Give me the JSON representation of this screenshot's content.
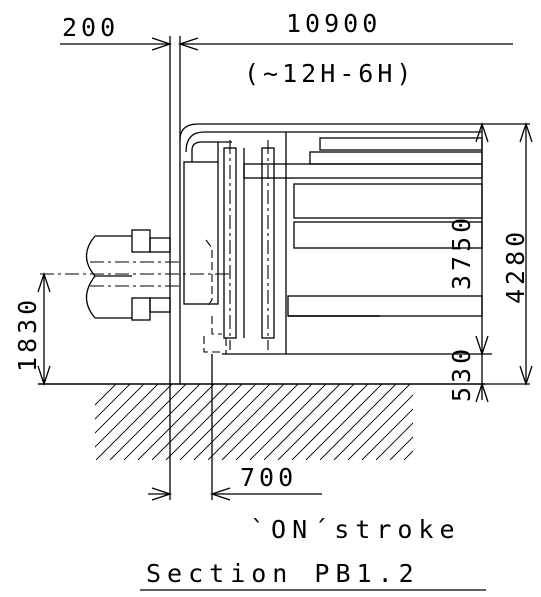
{
  "dimensions": {
    "top_offset": "200",
    "top_length": "10900",
    "top_range": "(~12H-6H)",
    "inner_height": "3750",
    "total_height": "4280",
    "base_height": "530",
    "axis_height": "1830",
    "stroke_length": "700"
  },
  "labels": {
    "on_stroke": "`ON´stroke",
    "section_title": "Section PB1.2"
  }
}
